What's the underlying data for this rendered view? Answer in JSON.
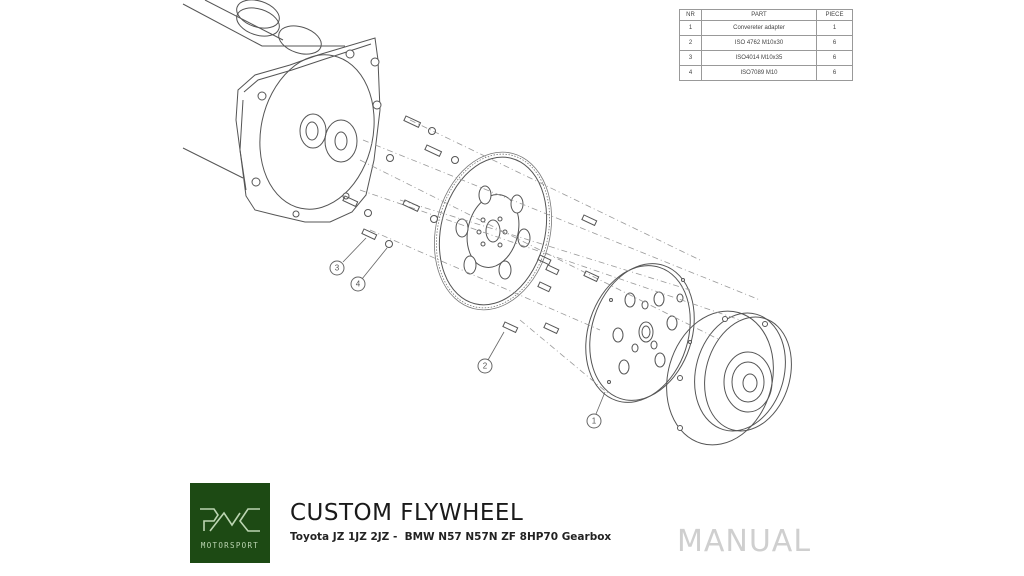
{
  "parts_table": {
    "headers": [
      "NR",
      "PART",
      "PIECE"
    ],
    "rows": [
      {
        "nr": "1",
        "part": "Convereter adapter",
        "piece": "1"
      },
      {
        "nr": "2",
        "part": "ISO 4762 M10x30",
        "piece": "6"
      },
      {
        "nr": "3",
        "part": "ISO4014 M10x35",
        "piece": "6"
      },
      {
        "nr": "4",
        "part": "ISO7089 M10",
        "piece": "6"
      }
    ]
  },
  "callouts": [
    "1",
    "2",
    "3",
    "4"
  ],
  "logo": {
    "text": "MOTORSPORT",
    "brand_mark": "PMC",
    "background_color": "#1d4a14"
  },
  "title": "CUSTOM FLYWHEEL",
  "subtitle": "Toyota JZ 1JZ 2JZ -  BMW N57 N57N ZF 8HP70 Gearbox",
  "watermark": "MANUAL",
  "colors": {
    "line": "#555555",
    "watermark": "#cfcfcf"
  }
}
